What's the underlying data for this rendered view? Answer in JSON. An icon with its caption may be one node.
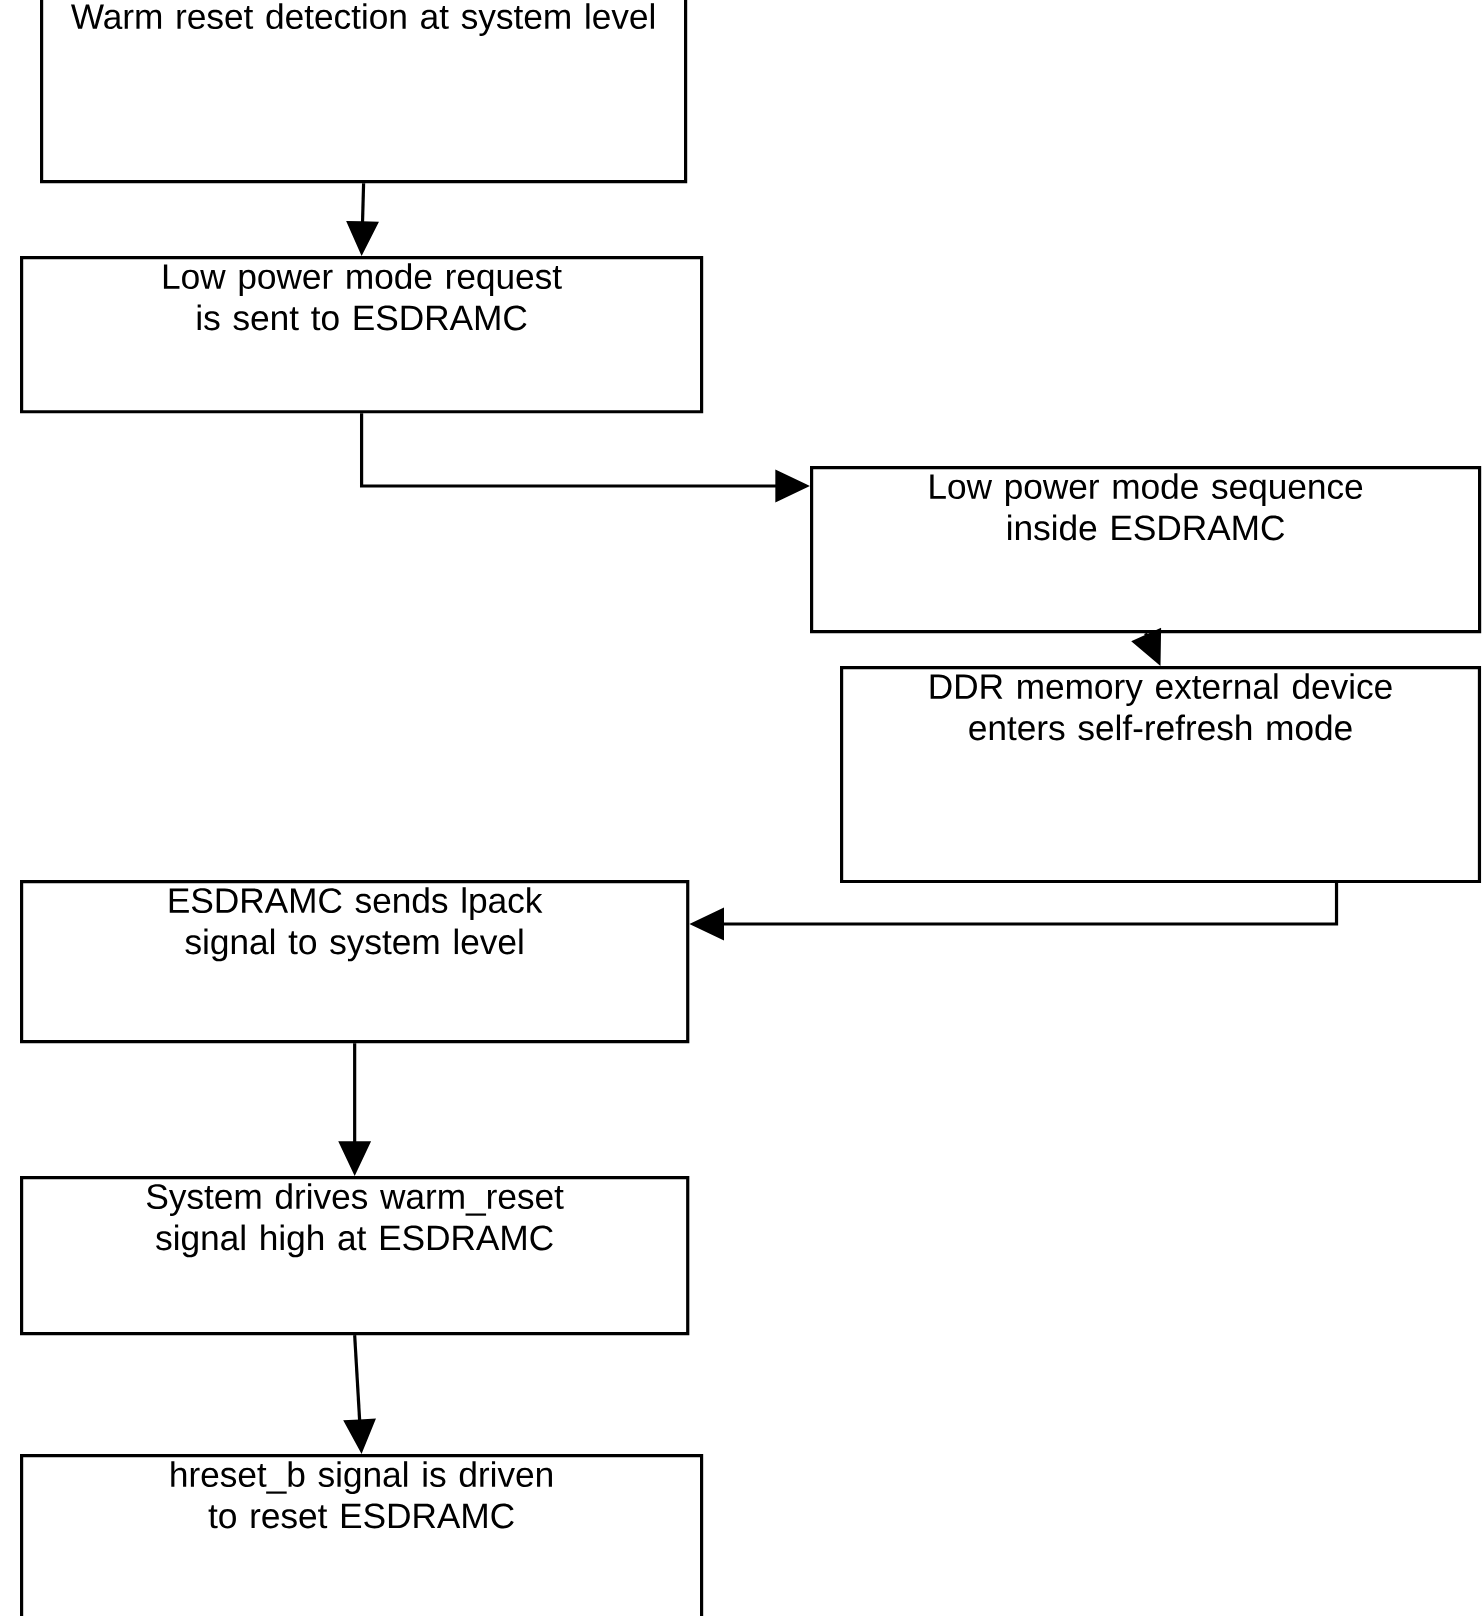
{
  "diagram": {
    "nodes": [
      {
        "text": [
          "Warm reset detection at system level"
        ]
      },
      {
        "text": [
          "Low power mode request is sent to ESDRAMC"
        ]
      },
      {
        "text": [
          "Low power mode sequence inside ESDRAMC"
        ]
      },
      {
        "text": [
          "DDR memory external device enters self-refresh mode"
        ]
      },
      {
        "text": [
          "ESDRAMC sends lpack signal to system level"
        ]
      },
      {
        "text": [
          "System drives warm_reset signal high at ESDRAMC"
        ]
      },
      {
        "text": [
          "hreset_b signal is driven to reset ESDRAMC"
        ]
      }
    ],
    "edges": [
      {
        "from": 0,
        "to": 1,
        "arrow": "to"
      },
      {
        "from": 1,
        "to": 2,
        "arrow": "to"
      },
      {
        "from": 2,
        "to": 3,
        "arrow": "to"
      },
      {
        "from": 3,
        "to": 4,
        "arrow": "to"
      },
      {
        "from": 4,
        "to": 5,
        "arrow": "to"
      },
      {
        "from": 5,
        "to": 6,
        "arrow": "to"
      }
    ]
  }
}
